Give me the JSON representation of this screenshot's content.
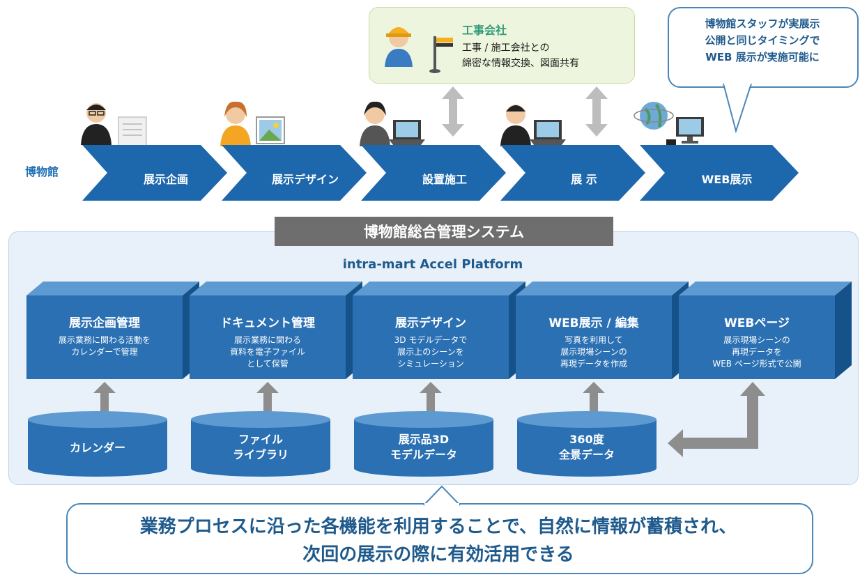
{
  "contractor": {
    "title": "工事会社",
    "line1": "工事 / 施工会社との",
    "line2": "綿密な情報交換、図面共有"
  },
  "bubble": {
    "line1": "博物館スタッフが実展示",
    "line2": "公開と同じタイミングで",
    "line3": "WEB 展示が実施可能に"
  },
  "process": {
    "museum_label": "博物館",
    "steps": [
      "展示企画",
      "展示デザイン",
      "設置施工",
      "展 示",
      "WEB展示"
    ]
  },
  "system": {
    "title": "博物館総合管理システム",
    "platform": "intra-mart Accel Platform"
  },
  "modules": [
    {
      "title": "展示企画管理",
      "desc1": "展示業務に関わる活動を",
      "desc2": "カレンダーで管理",
      "desc3": "",
      "desc4": ""
    },
    {
      "title": "ドキュメント管理",
      "desc1": "展示業務に関わる",
      "desc2": "資料を電子ファイル",
      "desc3": "として保管",
      "desc4": ""
    },
    {
      "title": "展示デザイン",
      "desc1": "3D モデルデータで",
      "desc2": "展示上のシーンを",
      "desc3": "シミュレーション",
      "desc4": ""
    },
    {
      "title": "WEB展示 / 編集",
      "desc1": "写真を利用して",
      "desc2": "展示現場シーンの",
      "desc3": "再現データを作成",
      "desc4": ""
    },
    {
      "title": "WEBページ",
      "desc1": "展示現場シーンの",
      "desc2": "再現データを",
      "desc3": "WEB ページ形式で公開",
      "desc4": ""
    }
  ],
  "databases": [
    {
      "line1": "カレンダー",
      "line2": ""
    },
    {
      "line1": "ファイル",
      "line2": "ライブラリ"
    },
    {
      "line1": "展示品3D",
      "line2": "モデルデータ"
    },
    {
      "line1": "360度",
      "line2": "全景データ"
    }
  ],
  "callout": {
    "line1": "業務プロセスに沿った各機能を利用することで、自然に情報が蓄積され、",
    "line2": "次回の展示の際に有効活用できる"
  },
  "colors": {
    "arrow_blue": "#1d67ad",
    "cube_front": "#2a70b3",
    "cube_top": "#5d9ad1",
    "cube_side": "#16528a",
    "db": "#2a70b3",
    "connector_gray": "#8d8d8d"
  }
}
